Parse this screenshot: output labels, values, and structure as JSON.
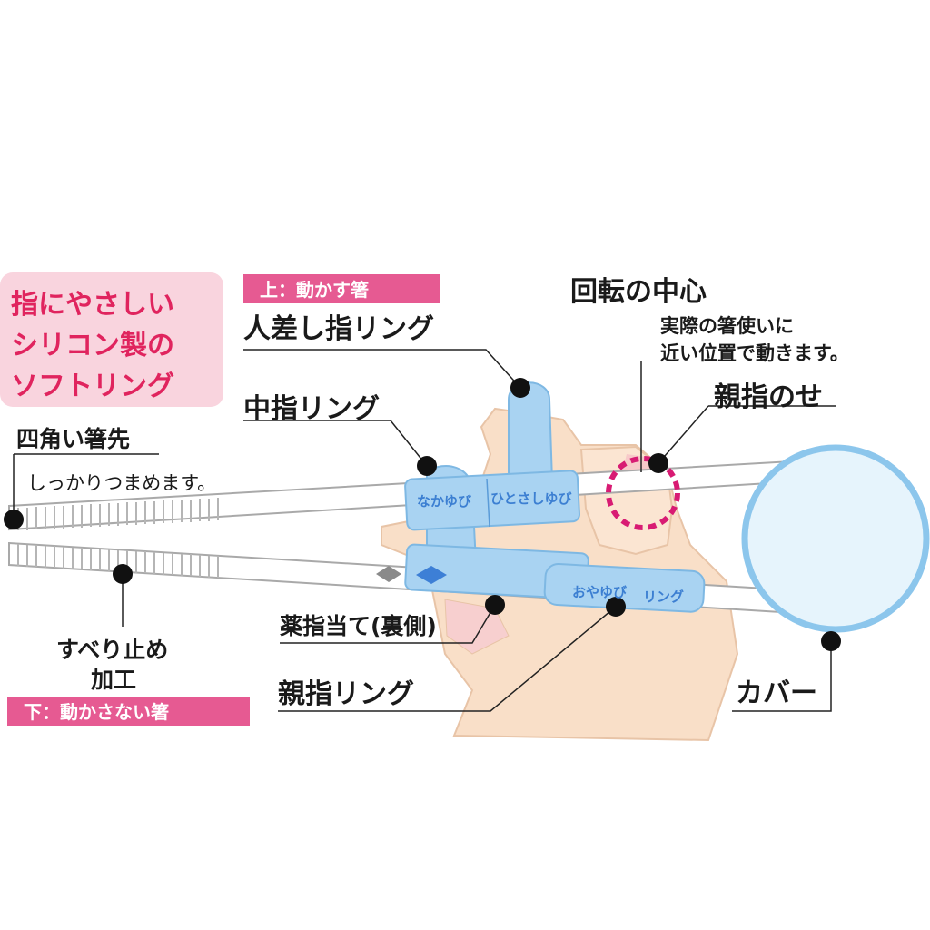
{
  "callout": {
    "line1": "指にやさしい",
    "line2": "シリコン製の",
    "line3": "ソフトリング"
  },
  "top_chopstick_label": "上：動かす箸",
  "bottom_chopstick_label": "下：動かさない箸",
  "labels": {
    "index_ring": "人差し指リング",
    "middle_ring": "中指リング",
    "square_tip": "四角い箸先",
    "square_tip_sub": "しっかりつまめます。",
    "anti_slip_1": "すべり止め",
    "anti_slip_2": "加工",
    "ring_finger_rest": "薬指当て(裏側)",
    "thumb_ring": "親指リング",
    "rotation_center": "回転の中心",
    "rotation_desc_1": "実際の箸使いに",
    "rotation_desc_2": "近い位置で動きます。",
    "thumb_rest": "親指のせ",
    "cover": "カバー"
  },
  "band_text": {
    "middle": "なかゆび",
    "index": "ひとさしゆび",
    "thumb": "おやゆび",
    "ring": "リング"
  },
  "colors": {
    "accent_pink": "#e65a92",
    "callout_text": "#e0245e",
    "ring_blue": "#a9d3f2",
    "skin": "#f9dfc8"
  }
}
